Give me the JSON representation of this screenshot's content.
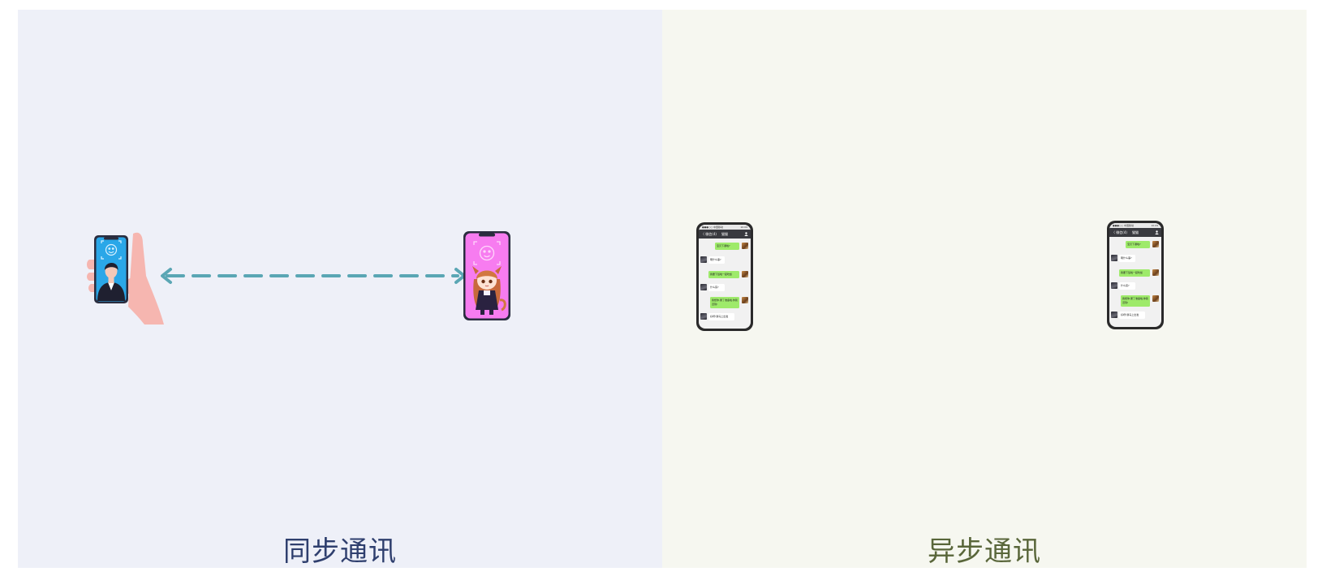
{
  "panels": {
    "sync": {
      "title": "同步通讯",
      "background": "#eef0f8",
      "title_color": "#2f3f6e"
    },
    "async": {
      "title": "异步通讯",
      "background": "#f6f7f0",
      "title_color": "#59663a"
    }
  },
  "colors": {
    "arrow": "#5aa6b4",
    "phone_left_screen": "#2aa7e8",
    "phone_right_screen": "#f77cf0",
    "hand": "#f6b6b0",
    "chat_bubble_out": "#9eea6a",
    "chat_bubble_in": "#ffffff",
    "chat_nav": "#393a3f"
  },
  "icons": {
    "left_phone": "smartphone-hand-icon",
    "right_phone": "smartphone-icon",
    "arrow": "double-arrow-dashed-icon",
    "chat_screenshot": "chat-screenshot-icon"
  },
  "chat": {
    "status_left": "●●●○○ 中国移动",
    "status_time": "10:09",
    "back": "〈 微信(4)",
    "name": "猫猫",
    "messages": [
      "宝贝下课啦?",
      "嗯什么事?",
      "我要下班啦一起吃饭",
      "什么菜?",
      "我想你,累了准备啦,你别迟到!",
      "好呀!我马上出发"
    ]
  }
}
